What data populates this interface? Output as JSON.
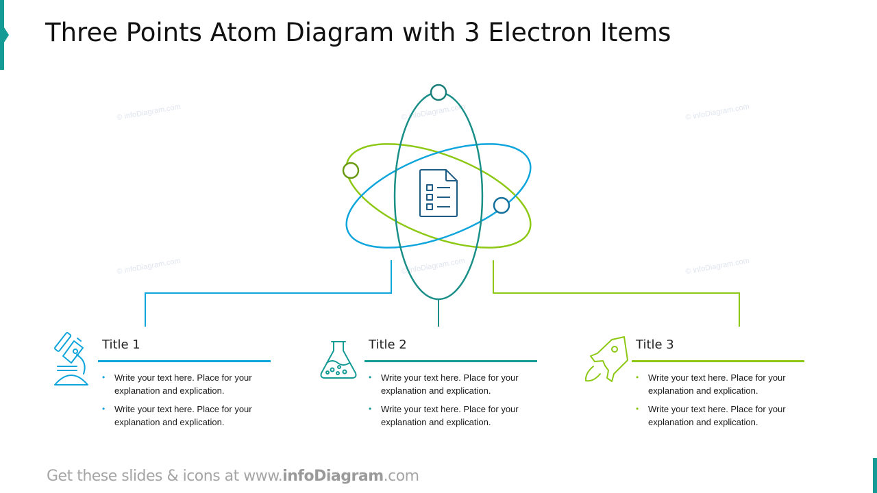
{
  "slide": {
    "title": "Three Points Atom Diagram with 3 Electron Items",
    "accent_color": "#149b96"
  },
  "atom": {
    "center_icon": "checklist-document-icon",
    "orbits": [
      {
        "name": "blue-orbit",
        "color": "#0ea5dc"
      },
      {
        "name": "green-orbit",
        "color": "#8cc814"
      },
      {
        "name": "teal-orbit",
        "color": "#1a8f88"
      }
    ],
    "electrons": [
      {
        "name": "teal-electron",
        "color": "#1a7f7a"
      },
      {
        "name": "green-electron",
        "color": "#6a9a10"
      },
      {
        "name": "blue-electron",
        "color": "#14709a"
      }
    ]
  },
  "items": [
    {
      "title": "Title 1",
      "icon": "microscope-icon",
      "color": "#0ea5dc",
      "bullets": [
        "Write your text here. Place for your explanation and explication.",
        "Write your text here. Place for your explanation and explication."
      ]
    },
    {
      "title": "Title 2",
      "icon": "flask-icon",
      "color": "#149b96",
      "bullets": [
        "Write your text here. Place for your explanation and explication.",
        "Write your text here. Place for your explanation and explication."
      ]
    },
    {
      "title": "Title 3",
      "icon": "rocket-icon",
      "color": "#8cc814",
      "bullets": [
        "Write your text here. Place for your explanation and explication.",
        "Write your text here. Place for your explanation and explication."
      ]
    }
  ],
  "watermark": "© infoDiagram.com",
  "footer": {
    "prefix": "Get these slides & icons at www.",
    "brand": "infoDiagram",
    "suffix": ".com"
  },
  "bullet_glyph": "•"
}
